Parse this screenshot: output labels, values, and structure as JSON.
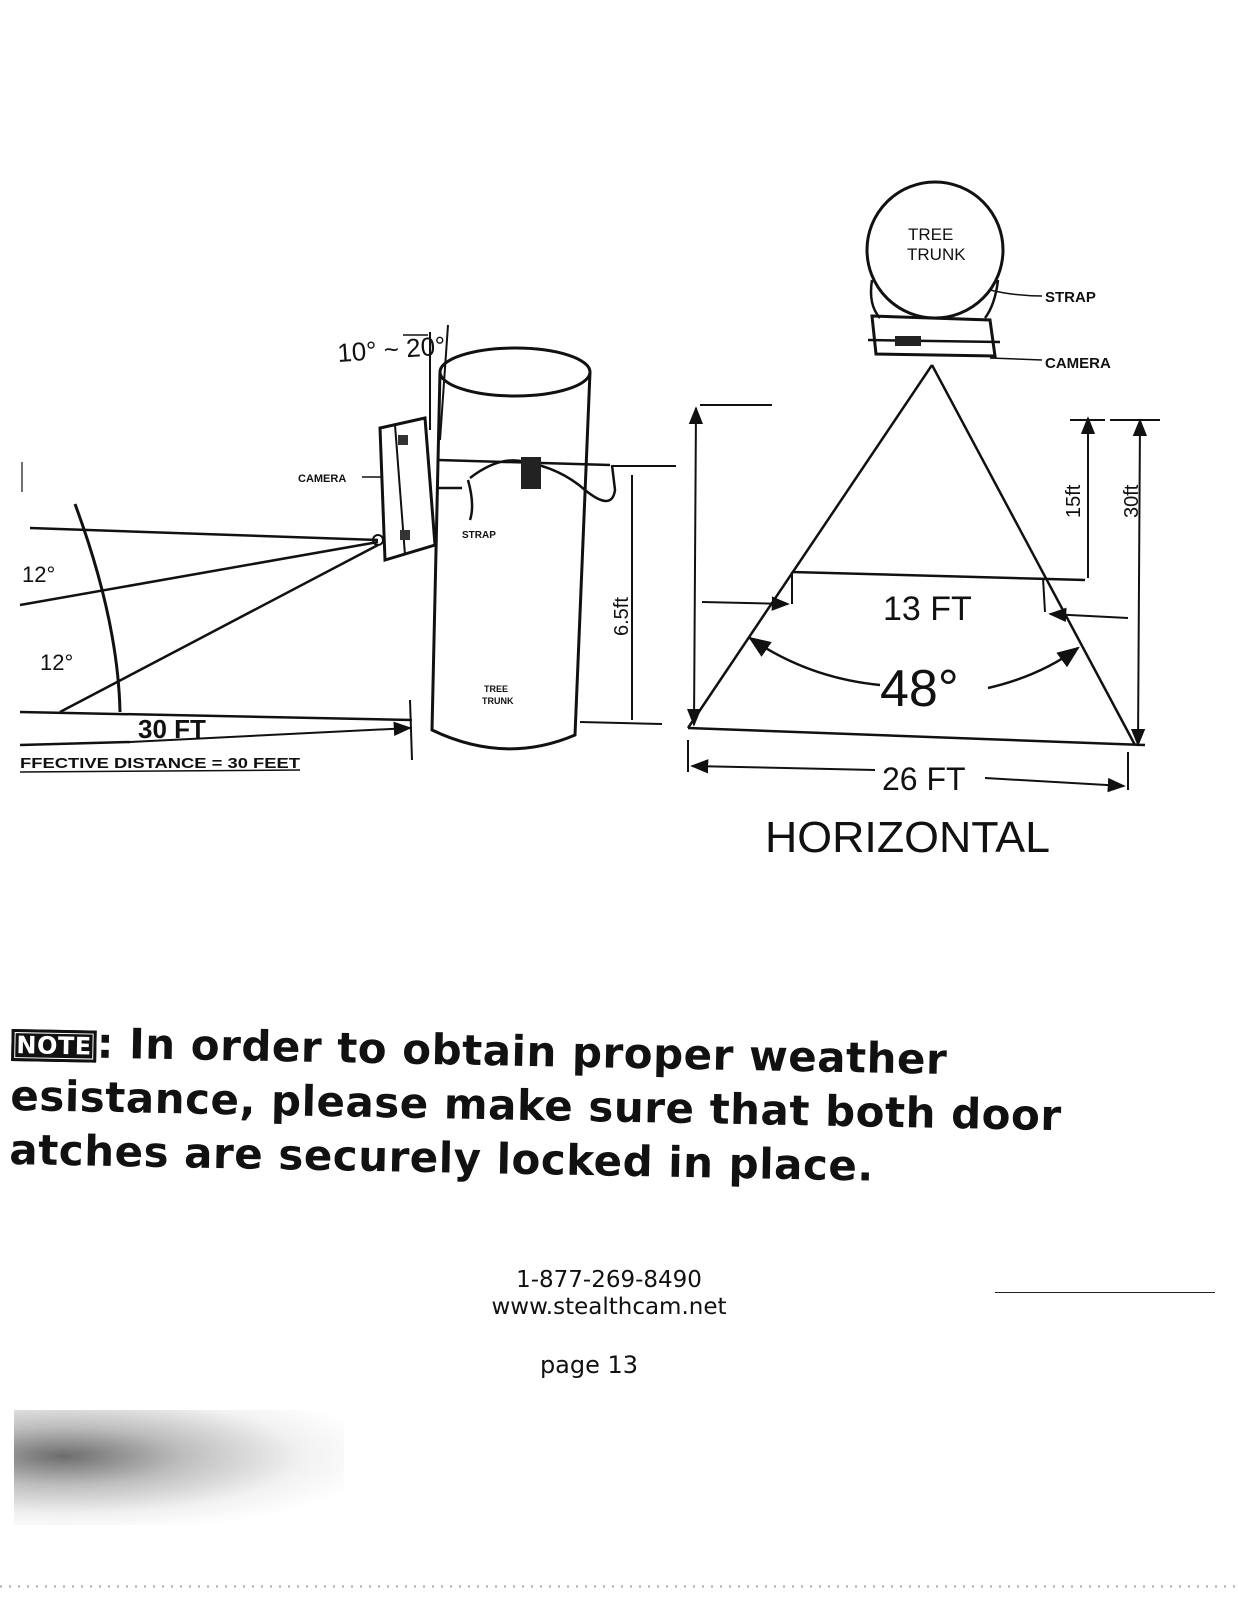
{
  "diagram": {
    "side_view": {
      "angle_range": "10° ~ 20°",
      "camera_label": "CAMERA",
      "strap_label": "STRAP",
      "trunk_label_line1": "TREE",
      "trunk_label_line2": "TRUNK",
      "height_label": "6.5ft",
      "angle_upper": "12°",
      "angle_lower": "12°",
      "distance_label": "30 FT",
      "effective_distance": "FFECTIVE DISTANCE = 30 FEET"
    },
    "top_view": {
      "trunk_label_line1": "TREE",
      "trunk_label_line2": "TRUNK",
      "strap_label": "STRAP",
      "camera_label": "CAMERA",
      "depth_near": "15ft",
      "depth_far": "30ft",
      "width_near": "13 FT",
      "fov_angle": "48°",
      "width_far": "26 FT",
      "caption": "HORIZONTAL"
    }
  },
  "note": {
    "tag": "NOTE",
    "line1": ": In order to obtain proper weather",
    "line2": "esistance, please make sure that both door",
    "line3": "atches are securely locked in place."
  },
  "footer": {
    "phone": "1-877-269-8490",
    "website": "www.stealthcam.net",
    "page": "page 13"
  }
}
